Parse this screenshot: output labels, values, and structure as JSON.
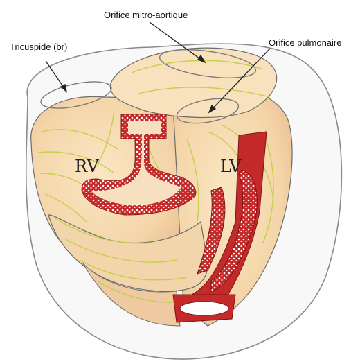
{
  "labels": {
    "mitro_aortic": "Orifice mitro-aortique",
    "tricuspid": "Tricuspide (br)",
    "pulmonary": "Orifice pulmonaire",
    "rv": "RV",
    "lv": "LV"
  },
  "colors": {
    "myocardium_fill": "#f6dcb2",
    "myocardium_shadow": "#efc9a0",
    "fiber_lines": "#c4cf4c",
    "cut_surface": "#c42a2a",
    "outline": "#6b6b6b",
    "envelope": "#8a8a8a"
  }
}
